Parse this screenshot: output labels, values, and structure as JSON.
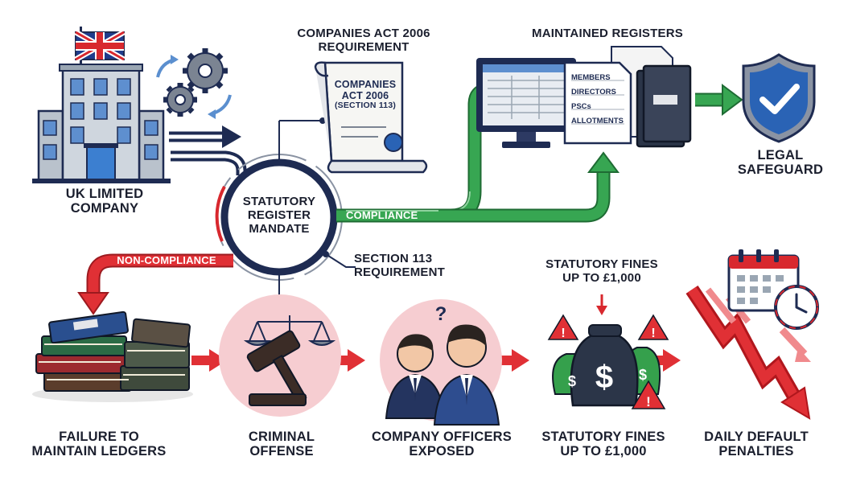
{
  "top_labels": {
    "requirement_line1": "COMPANIES ACT 2006",
    "requirement_line2": "REQUIREMENT",
    "registers_title": "MAINTAINED REGISTERS"
  },
  "nodes": {
    "company_line1": "UK LIMITED",
    "company_line2": "COMPANY",
    "mandate_line1": "STATUTORY",
    "mandate_line2": "REGISTER",
    "mandate_line3": "MANDATE",
    "section_line1": "SECTION 113",
    "section_line2": "REQUIREMENT",
    "safeguard_line1": "LEGAL",
    "safeguard_line2": "SAFEGUARD"
  },
  "document": {
    "line1": "COMPANIES",
    "line2": "ACT 2006",
    "line3": "(SECTION 113)"
  },
  "registers": [
    "MEMBERS",
    "DIRECTORS",
    "PSCs",
    "ALLOTMENTS"
  ],
  "paths": {
    "compliance": "COMPLIANCE",
    "non_compliance": "NON-COMPLIANCE"
  },
  "fines_callout": {
    "line1": "STATUTORY FINES",
    "line2": "UP TO £1,000"
  },
  "consequences": [
    {
      "line1": "FAILURE TO",
      "line2": "MAINTAIN LEDGERS"
    },
    {
      "line1": "CRIMINAL",
      "line2": "OFFENSE"
    },
    {
      "line1": "COMPANY OFFICERS",
      "line2": "EXPOSED"
    },
    {
      "line1": "STATUTORY FINES",
      "line2": "UP TO £1,000"
    },
    {
      "line1": "DAILY DEFAULT",
      "line2": "PENALTIES"
    }
  ],
  "icons": {
    "money_symbol": "$",
    "question_mark": "?",
    "warning_mark": "!"
  },
  "colors": {
    "navy": "#1e2b52",
    "green": "#2f9e4a",
    "red": "#d8282e",
    "pink_disc": "#f6cdd1",
    "shield_blue": "#2a63b5"
  }
}
